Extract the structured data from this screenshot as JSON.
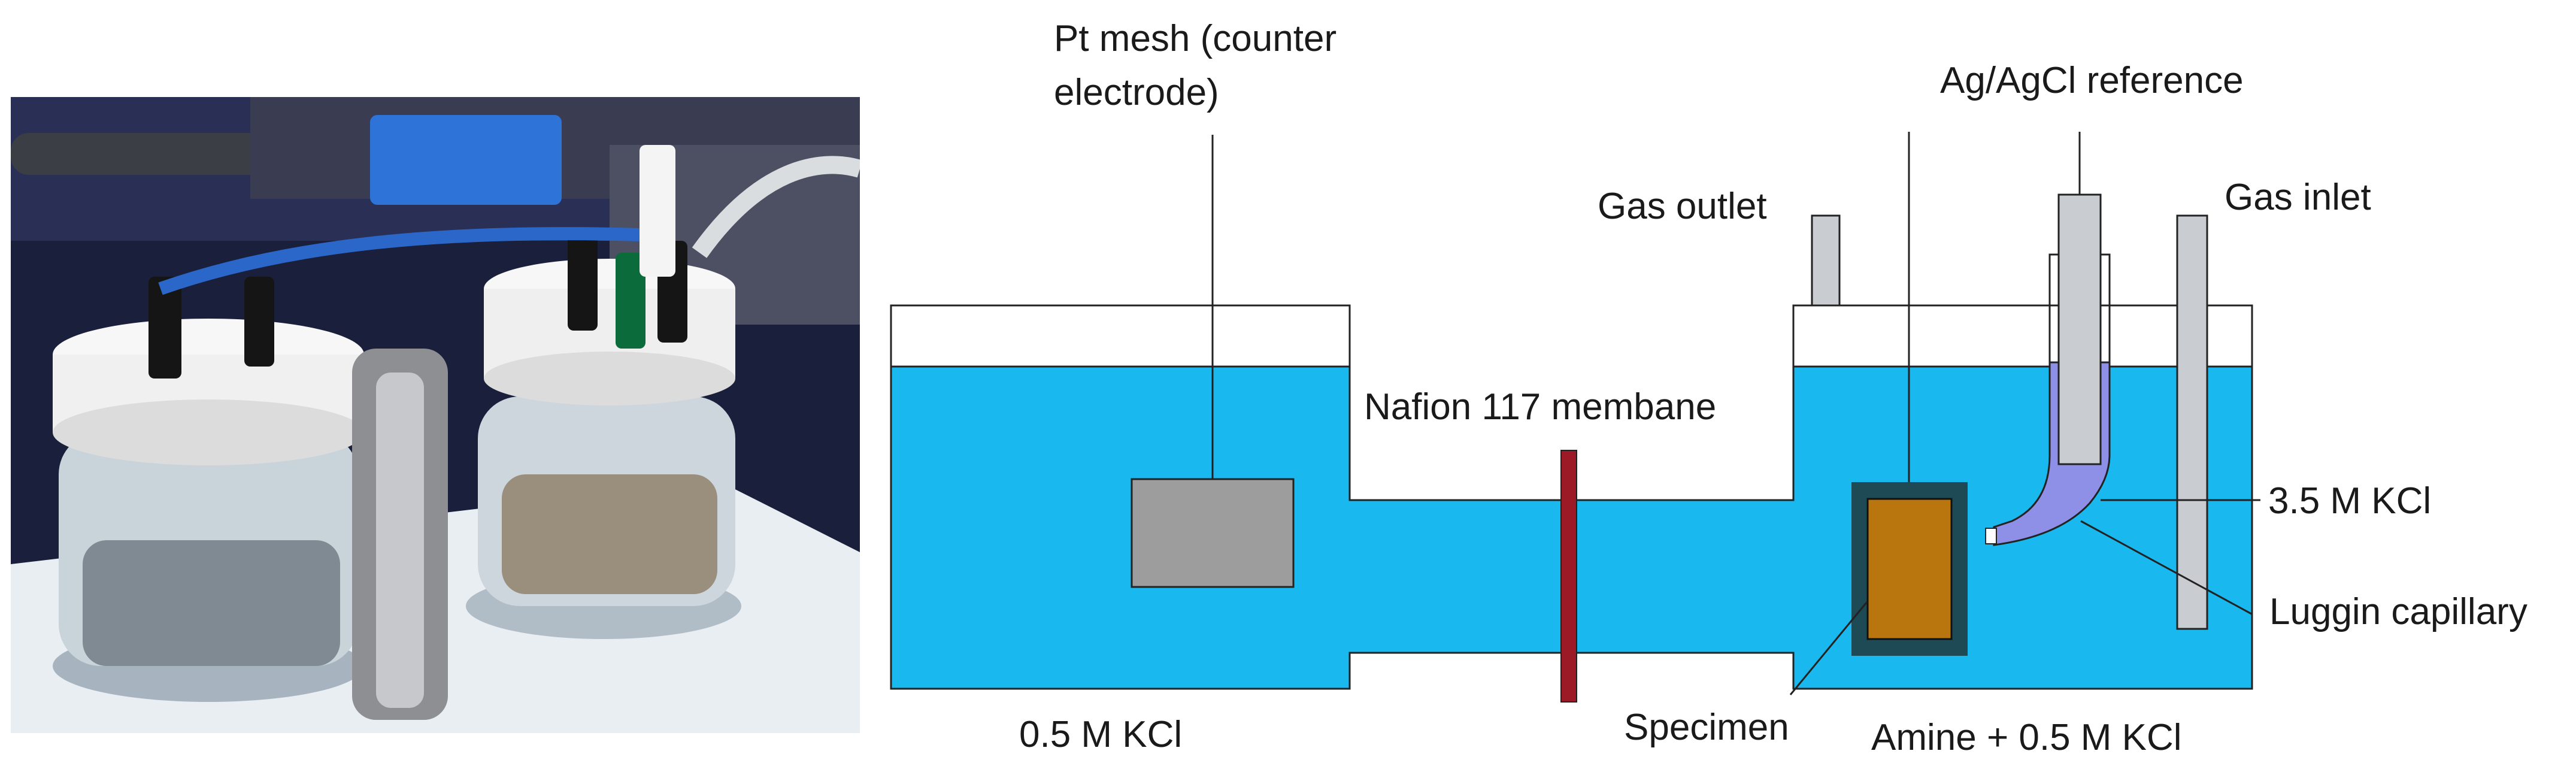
{
  "labels": {
    "pt_mesh_line1": "Pt mesh (counter",
    "pt_mesh_line2": "electrode)",
    "ag_ref": "Ag/AgCl reference",
    "gas_outlet": "Gas outlet",
    "gas_inlet": "Gas inlet",
    "nafion": "Nafion 117 membane",
    "kcl_35": "3.5 M KCl",
    "luggin": "Luggin capillary",
    "left_solution": "0.5 M KCl",
    "specimen": "Specimen",
    "right_solution": "Amine + 0.5 M KCl"
  },
  "colors": {
    "electrolyte": "#19b8ee",
    "pt_mesh": "#9d9d9d",
    "membrane": "#9b1a25",
    "specimen_frame": "#1d4a54",
    "specimen": "#b9760f",
    "reference_tube": "#c9cdd1",
    "luggin_fill": "#8e8fe6",
    "outline": "#222222"
  }
}
